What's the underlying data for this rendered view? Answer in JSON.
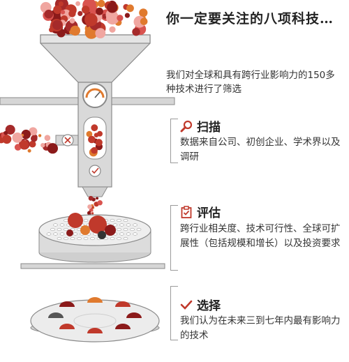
{
  "title": "你一定要关注的八项科技…",
  "intro": "我们对全球和具有跨行业影响力的150多种技术进行了筛选",
  "sections": [
    {
      "icon": "magnifier-icon",
      "label": "扫描",
      "text": "数据来自公司、初创企业、学术界以及调研"
    },
    {
      "icon": "clipboard-check-icon",
      "label": "评估",
      "text": "跨行业相关度、技术可行性、全球可扩展性（包括规模和增长）以及投资要求"
    },
    {
      "icon": "checkmark-icon",
      "label": "选择",
      "text": "我们认为在未来三到七年内最有影响力的技术"
    }
  ],
  "colors": {
    "accent": "#c0392b",
    "dark_red": "#8b1a1a",
    "orange": "#e07a2e",
    "machine_grey": "#d4d4d4",
    "machine_line": "#8a8a8a"
  }
}
